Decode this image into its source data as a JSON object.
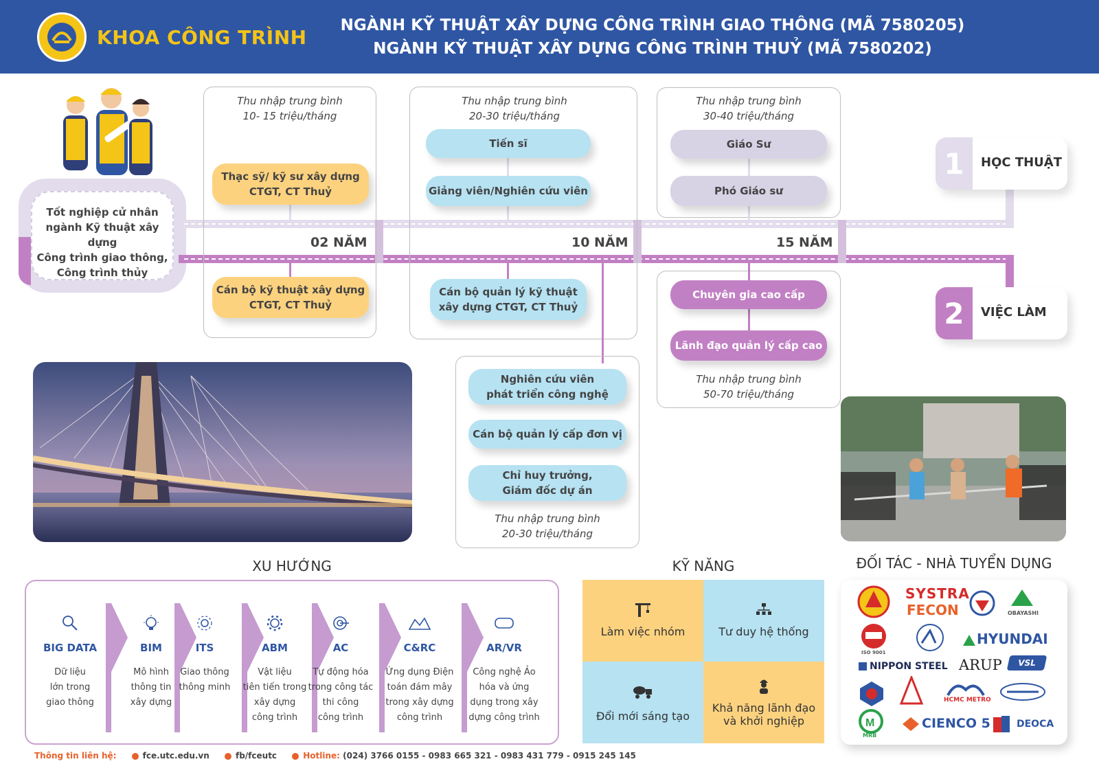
{
  "header": {
    "department": "KHOA CÔNG TRÌNH",
    "title_line1": "NGÀNH KỸ THUẬT XÂY DỰNG CÔNG TRÌNH GIAO THÔNG (MÃ 7580205)",
    "title_line2": "NGÀNH KỸ THUẬT XÂY DỰNG CÔNG TRÌNH THUỶ (MÃ 7580202)"
  },
  "graduation": {
    "line1": "Tốt nghiệp cử nhân",
    "line2": "ngành Kỹ thuật xây dựng",
    "line3": "Công trình giao thông,",
    "line4": "Công trình thủy"
  },
  "timeline": {
    "y1": "02 NĂM",
    "y2": "10 NĂM",
    "y3": "15 NĂM"
  },
  "tracks": {
    "academic": {
      "number": "1",
      "label": "HỌC THUẬT"
    },
    "employment": {
      "number": "2",
      "label": "VIỆC LÀM"
    }
  },
  "stage1": {
    "income_l1": "Thu nhập trung bình",
    "income_l2": "10- 15 triệu/tháng",
    "upper_l1": "Thạc sỹ/ kỹ sư xây dựng",
    "upper_l2": "CTGT, CT Thuỷ",
    "lower_l1": "Cán bộ kỹ thuật xây dựng",
    "lower_l2": "CTGT, CT Thuỷ"
  },
  "stage2": {
    "income_l1": "Thu nhập trung bình",
    "income_l2": "20-30 triệu/tháng",
    "upper1": "Tiến sĩ",
    "upper2": "Giảng viên/Nghiên cứu viên",
    "lower_l1": "Cán bộ quản lý kỹ thuật",
    "lower_l2": "xây dựng CTGT, CT Thuỷ"
  },
  "stage2b": {
    "item1_l1": "Nghiên cứu viên",
    "item1_l2": "phát triển công nghệ",
    "item2": "Cán bộ quản lý cấp đơn vị",
    "item3_l1": "Chỉ huy trưởng,",
    "item3_l2": "Giám đốc dự án",
    "income_l1": "Thu nhập trung bình",
    "income_l2": "20-30 triệu/tháng"
  },
  "stage3": {
    "income_l1": "Thu nhập trung bình",
    "income_l2": "30-40 triệu/tháng",
    "upper1": "Giáo Sư",
    "upper2": "Phó Giáo sư",
    "lower1": "Chuyên gia cao cấp",
    "lower2": "Lãnh đạo quản lý cấp cao",
    "income2_l1": "Thu nhập trung bình",
    "income2_l2": "50-70 triệu/tháng"
  },
  "trends": {
    "heading": "XU HƯỚNG",
    "items": [
      {
        "name": "BIG DATA",
        "d1": "Dữ liệu",
        "d2": "lớn trong",
        "d3": "giao thông",
        "d4": "",
        "icon": "magnifier-icon"
      },
      {
        "name": "BIM",
        "d1": "Mô hình",
        "d2": "thông tin",
        "d3": "xây dựng",
        "d4": "",
        "icon": "bulb-icon"
      },
      {
        "name": "ITS",
        "d1": "Giao thông",
        "d2": "thông minh",
        "d3": "",
        "d4": "",
        "icon": "network-icon"
      },
      {
        "name": "ABM",
        "d1": "Vật liệu",
        "d2": "tiên tiến trong",
        "d3": "xây dựng",
        "d4": "công trình",
        "icon": "gear-icon"
      },
      {
        "name": "AC",
        "d1": "Tự động hóa",
        "d2": "trong công tác",
        "d3": "thi công",
        "d4": "công trình",
        "icon": "target-icon"
      },
      {
        "name": "C&RC",
        "d1": "Ứng dụng Điện",
        "d2": "toán đám mây",
        "d3": "trong xây dựng",
        "d4": "công trình",
        "icon": "cloud-icon"
      },
      {
        "name": "AR/VR",
        "d1": "Công nghệ Ảo",
        "d2": "hóa và ứng",
        "d3": "dụng trong xây",
        "d4": "dựng công trình",
        "icon": "vr-headset-icon"
      }
    ]
  },
  "skills": {
    "heading": "KỸ NĂNG",
    "items": [
      {
        "label_l1": "Làm việc nhóm",
        "label_l2": "",
        "color": "#fdd27f",
        "icon": "crane-icon"
      },
      {
        "label_l1": "Tư duy hệ thống",
        "label_l2": "",
        "color": "#b6e2f2",
        "icon": "network-icon"
      },
      {
        "label_l1": "Đổi mới sáng tạo",
        "label_l2": "",
        "color": "#b6e2f2",
        "icon": "mixer-truck-icon"
      },
      {
        "label_l1": "Khả năng lãnh đạo",
        "label_l2": "và khởi nghiệp",
        "color": "#fdd27f",
        "icon": "worker-icon"
      }
    ]
  },
  "partners": {
    "heading": "ĐỐI TÁC - NHÀ TUYỂN DỤNG",
    "logos": [
      "SYSTRA",
      "FECON",
      "OBAYASHI",
      "ISO 9001",
      "HYUNDAI",
      "NIPPON STEEL",
      "ARUP",
      "VSL",
      "HCMC METRO",
      "MRB",
      "CIENCO 5",
      "DEOCA"
    ]
  },
  "contact": {
    "label": "Thông tin liên hệ:",
    "website": "fce.utc.edu.vn",
    "facebook": "fb/fceutc",
    "hotline_label": "Hotline:",
    "hotline": "(024) 3766 0155 - 0983 665 321 - 0983 431 779 - 0915 245 145"
  },
  "colors": {
    "brand_blue": "#2f56a3",
    "yellow": "#fdd27f",
    "light_blue": "#b6e2f2",
    "lavender": "#d7d3e5",
    "plum": "#c280c4",
    "orange": "#e8612b"
  }
}
